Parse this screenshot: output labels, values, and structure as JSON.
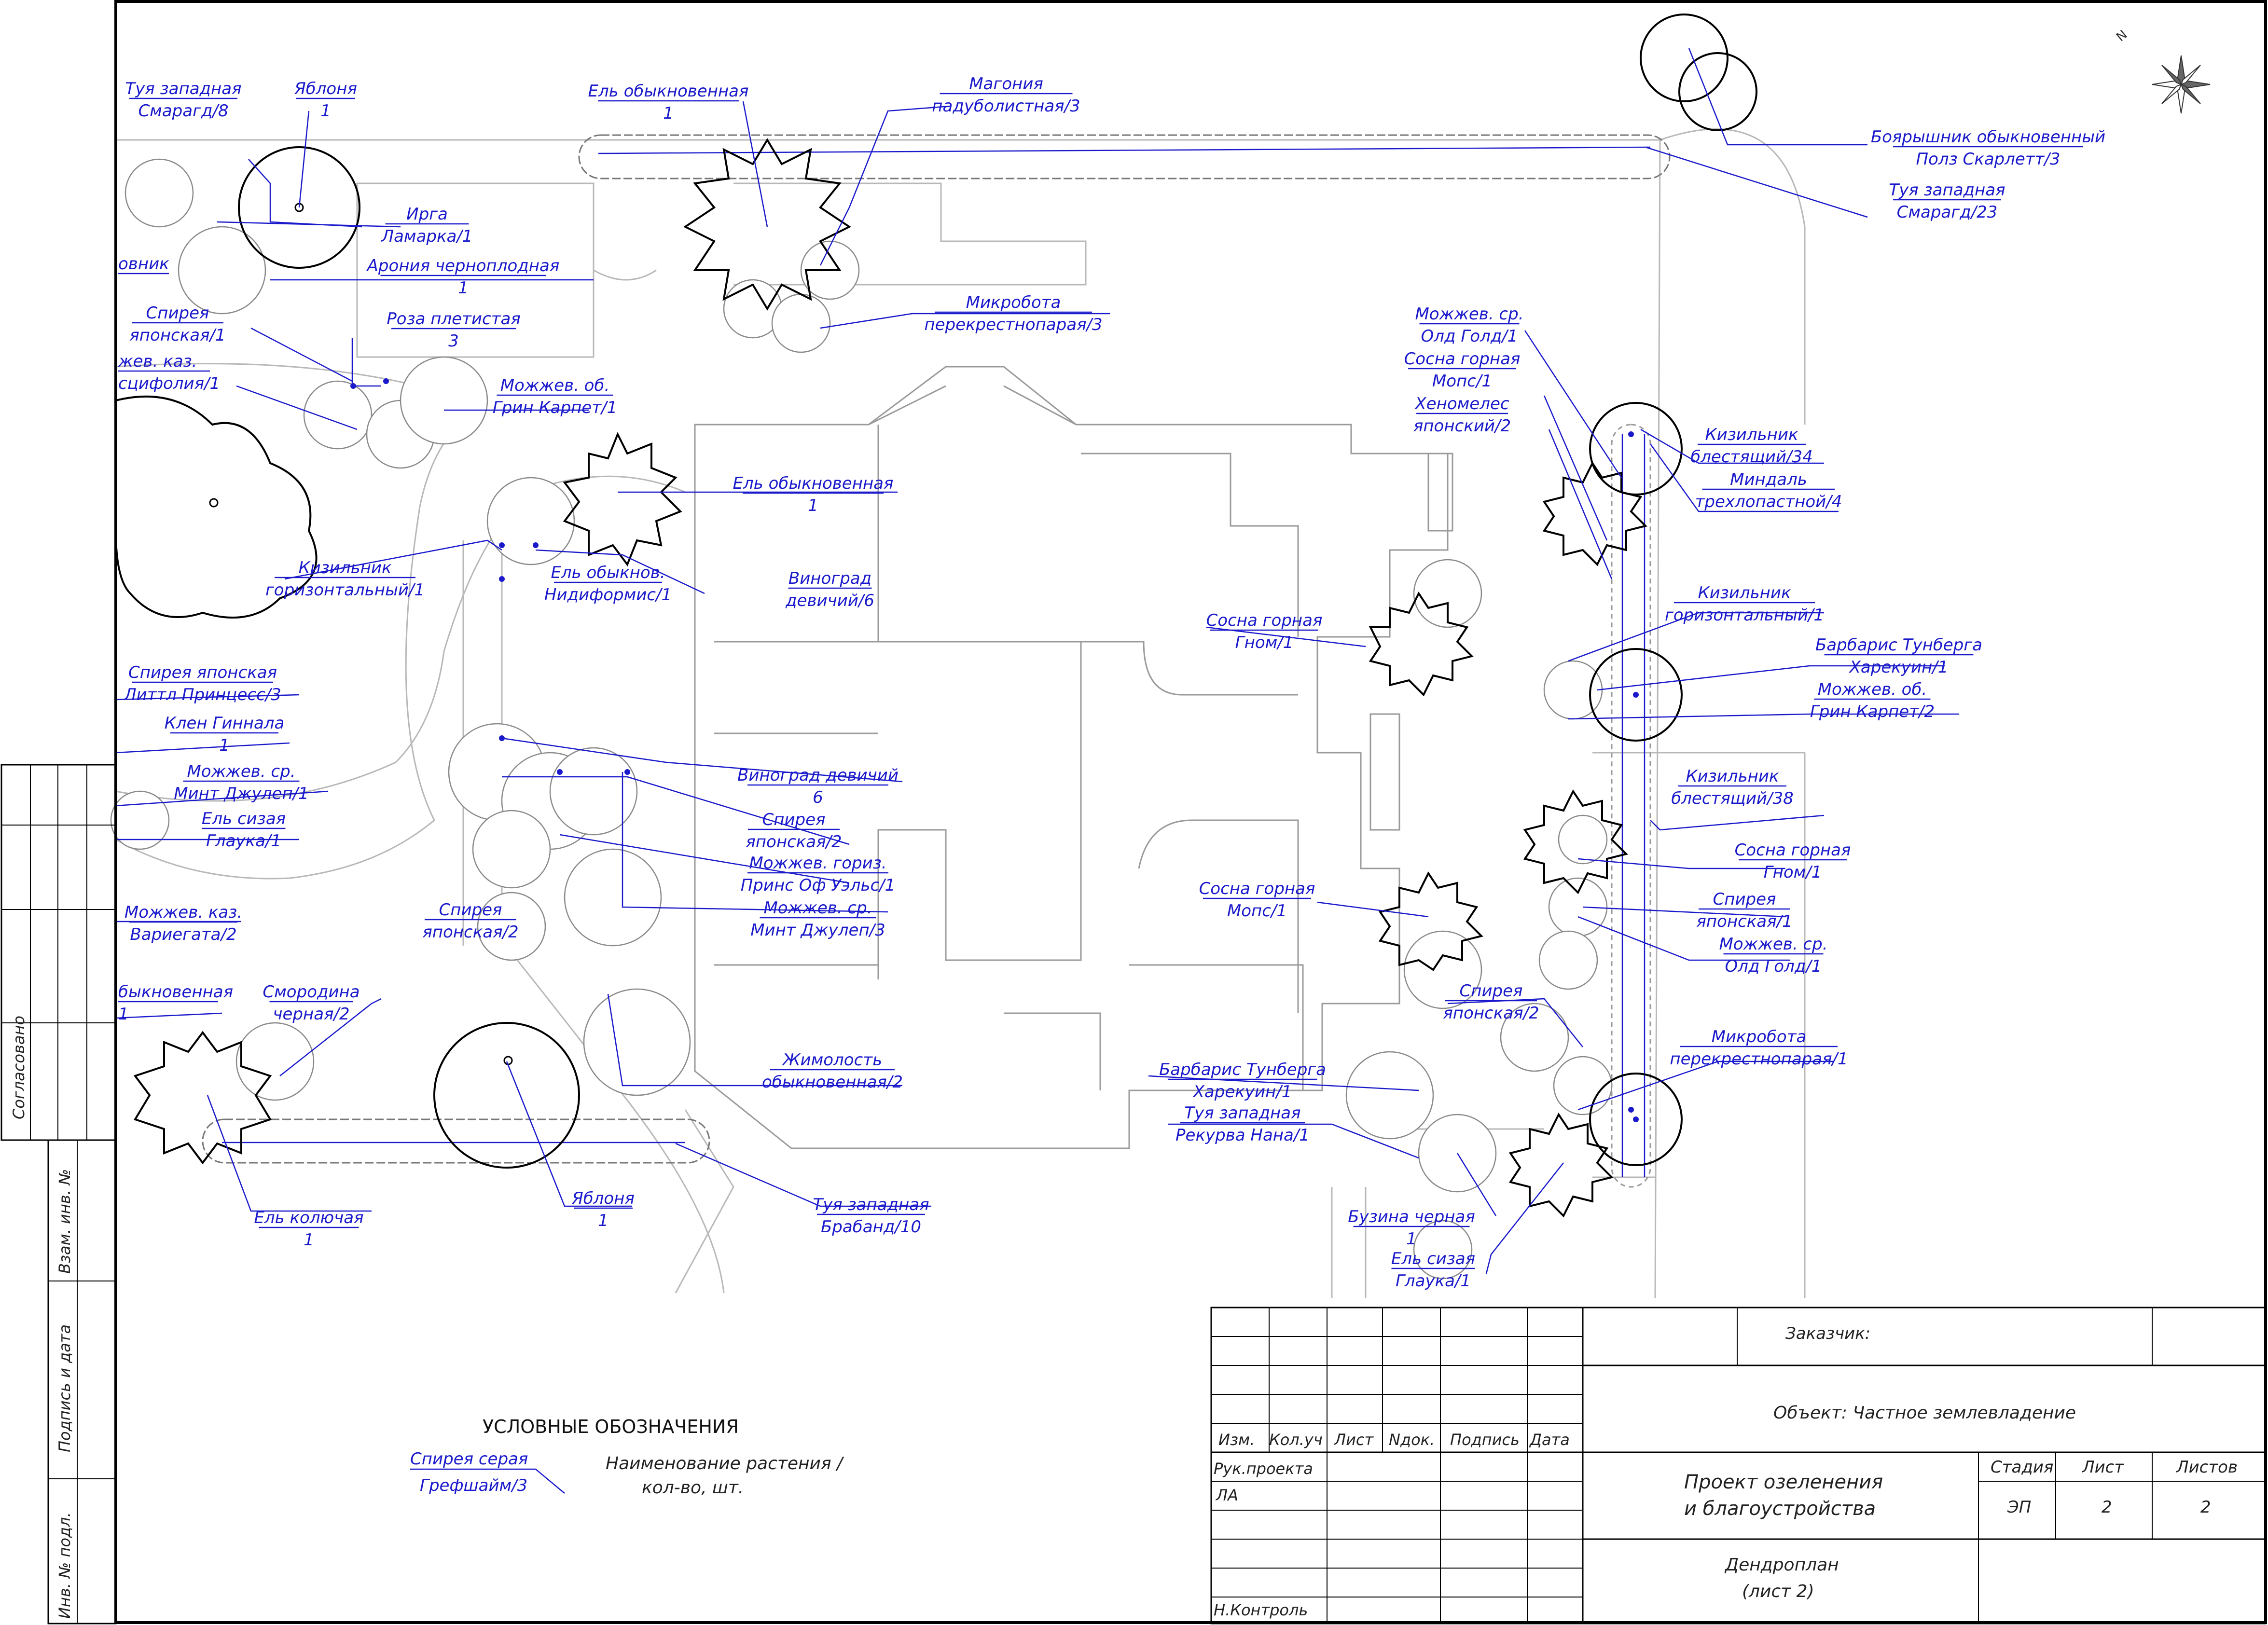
{
  "plant_labels": [
    {
      "id": "tuya-smaragd-8",
      "lines": [
        "Туя западная",
        "Смарагд/8"
      ]
    },
    {
      "id": "yablonya-1a",
      "lines": [
        "Яблоня",
        "1"
      ]
    },
    {
      "id": "el-obyk-1a",
      "lines": [
        "Ель обыкновенная",
        "1"
      ]
    },
    {
      "id": "magonia",
      "lines": [
        "Магония",
        "падуболистная/3"
      ]
    },
    {
      "id": "boyaryshnik",
      "lines": [
        "Боярышник обыкновенный",
        "Полз Скарлетт/3"
      ]
    },
    {
      "id": "tuya-smaragd-23",
      "lines": [
        "Туя западная",
        "Смарагд/23"
      ]
    },
    {
      "id": "irga",
      "lines": [
        "Ирга",
        "Ламарка/1"
      ]
    },
    {
      "id": "aronia",
      "lines": [
        "Арония черноплодная",
        "1"
      ]
    },
    {
      "id": "trovnik",
      "lines": [
        "овник"
      ]
    },
    {
      "id": "spireya-yap-1",
      "lines": [
        "Спирея",
        "японская/1"
      ]
    },
    {
      "id": "roza",
      "lines": [
        "Роза плетистая",
        "3"
      ]
    },
    {
      "id": "mikrobota-3",
      "lines": [
        "Микробота",
        "перекрестнопарая/3"
      ]
    },
    {
      "id": "mozh-kaz-ekstsifolia",
      "lines": [
        "жев. каз.",
        "сцифолия/1"
      ]
    },
    {
      "id": "mozh-ob-grin",
      "lines": [
        "Можжев. об.",
        "Грин Карпет/1"
      ]
    },
    {
      "id": "mozh-sr-old-gold-1",
      "lines": [
        "Можжев. ср.",
        "Олд Голд/1"
      ]
    },
    {
      "id": "sosna-mops-1a",
      "lines": [
        "Сосна горная",
        "Мопс/1"
      ]
    },
    {
      "id": "henomeles",
      "lines": [
        "Хеномелес",
        "японский/2"
      ]
    },
    {
      "id": "kizilnik-blest-34",
      "lines": [
        "Кизильник",
        "блестящий/34"
      ]
    },
    {
      "id": "mindal",
      "lines": [
        "Миндаль",
        "трехлопастной/4"
      ]
    },
    {
      "id": "el-obyk-1b",
      "lines": [
        "Ель обыкновенная",
        "1"
      ]
    },
    {
      "id": "kizilnik-gor-1a",
      "lines": [
        "Кизильник",
        "горизонтальный/1"
      ]
    },
    {
      "id": "el-nidiformis",
      "lines": [
        "Ель обыкнов.",
        "Нидиформис/1"
      ]
    },
    {
      "id": "vinograd-6a",
      "lines": [
        "Виноград",
        "девичий/6"
      ]
    },
    {
      "id": "sosna-gnom-1a",
      "lines": [
        "Сосна горная",
        "Гном/1"
      ]
    },
    {
      "id": "kizilnik-gor-1b",
      "lines": [
        "Кизильник",
        "горизонтальный/1"
      ]
    },
    {
      "id": "barbaris-harekin-1a",
      "lines": [
        "Барбарис Тунберга",
        "Харекуин/1"
      ]
    },
    {
      "id": "mozh-ob-grin-2",
      "lines": [
        "Можжев. об.",
        "Грин Карпет/2"
      ]
    },
    {
      "id": "spireya-littl",
      "lines": [
        "Спирея японская",
        "Литтл Принцесс/3"
      ]
    },
    {
      "id": "klen",
      "lines": [
        "Клен Гиннала",
        "1"
      ]
    },
    {
      "id": "mozh-sr-mint-1",
      "lines": [
        "Можжев. ср.",
        "Минт Джулеп/1"
      ]
    },
    {
      "id": "el-sizaya-1a",
      "lines": [
        "Ель сизая",
        "Глаука/1"
      ]
    },
    {
      "id": "vinograd-6b",
      "lines": [
        "Виноград девичий",
        "6"
      ]
    },
    {
      "id": "spireya-yap-2a",
      "lines": [
        "Спирея",
        "японская/2"
      ]
    },
    {
      "id": "mozh-goriz-prins",
      "lines": [
        "Можжев. гориз.",
        "Принс Оф Уэльс/1"
      ]
    },
    {
      "id": "mozh-sr-mint-3",
      "lines": [
        "Можжев. ср.",
        "Минт Джулеп/3"
      ]
    },
    {
      "id": "kizilnik-blest-38",
      "lines": [
        "Кизильник",
        "блестящий/38"
      ]
    },
    {
      "id": "sosna-gnom-1b",
      "lines": [
        "Сосна горная",
        "Гном/1"
      ]
    },
    {
      "id": "spireya-yap-1b",
      "lines": [
        "Спирея",
        "японская/1"
      ]
    },
    {
      "id": "mozh-sr-old-gold-1b",
      "lines": [
        "Можжев. ср.",
        "Олд Голд/1"
      ]
    },
    {
      "id": "sosna-mops-1b",
      "lines": [
        "Сосна горная",
        "Мопс/1"
      ]
    },
    {
      "id": "mozh-kaz-var",
      "lines": [
        "Можжев. каз.",
        "Вариегата/2"
      ]
    },
    {
      "id": "spireya-yap-2b",
      "lines": [
        "Спирея",
        "японская/2"
      ]
    },
    {
      "id": "spireya-yap-2c",
      "lines": [
        "Спирея",
        "японская/2"
      ]
    },
    {
      "id": "mikrobota-1",
      "lines": [
        "Микробота",
        "перекрестнопарая/1"
      ]
    },
    {
      "id": "el-obyk-1c",
      "lines": [
        "быкновенная",
        "1"
      ]
    },
    {
      "id": "smorodina",
      "lines": [
        "Смородина",
        "черная/2"
      ]
    },
    {
      "id": "zhimolost",
      "lines": [
        "Жимолость",
        "обыкновенная/2"
      ]
    },
    {
      "id": "barbaris-harekin-1b",
      "lines": [
        "Барбарис Тунберга",
        "Харекуин/1"
      ]
    },
    {
      "id": "tuya-rekurva",
      "lines": [
        "Туя западная",
        "Рекурва Нана/1"
      ]
    },
    {
      "id": "el-kolyuchaya",
      "lines": [
        "Ель колючая",
        "1"
      ]
    },
    {
      "id": "yablonya-1b",
      "lines": [
        "Яблоня",
        "1"
      ]
    },
    {
      "id": "tuya-braband",
      "lines": [
        "Туя западная",
        "Брабанд/10"
      ]
    },
    {
      "id": "buzina",
      "lines": [
        "Бузина черная",
        "1"
      ]
    },
    {
      "id": "el-sizaya-1b",
      "lines": [
        "Ель сизая",
        "Глаука/1"
      ]
    }
  ],
  "legend": {
    "title": "УСЛОВНЫЕ ОБОЗНАЧЕНИЯ",
    "sample_line1": "Спирея серая",
    "sample_line2": "Грефшайм/3",
    "desc_line1": "Наименование растения /",
    "desc_line2": "кол-во, шт."
  },
  "side_stamp": {
    "agreed": "Согласовано",
    "vzam_inv": "Взам. инв. №",
    "podpis_data": "Подпись и дата",
    "inv_podl": "Инв. № подл."
  },
  "title_block": {
    "zakazchik": "Заказчик:",
    "object": "Объект: Частное землевладение",
    "cols": [
      "Изм.",
      "Кол.уч",
      "Лист",
      "Nдок.",
      "Подпись",
      "Дата"
    ],
    "ruk_proekta": "Рук.проекта",
    "la": "ЛА",
    "n_kontrol": "Н.Контроль",
    "project_line1": "Проект озеленения",
    "project_line2": "и благоустройства",
    "stadiya_label": "Стадия",
    "list_label": "Лист",
    "listov_label": "Листов",
    "stadiya_value": "ЭП",
    "list_value": "2",
    "listov_value": "2",
    "sheet_line1": "Дендроплан",
    "sheet_line2": "(лист 2)"
  },
  "compass_letter": "N"
}
